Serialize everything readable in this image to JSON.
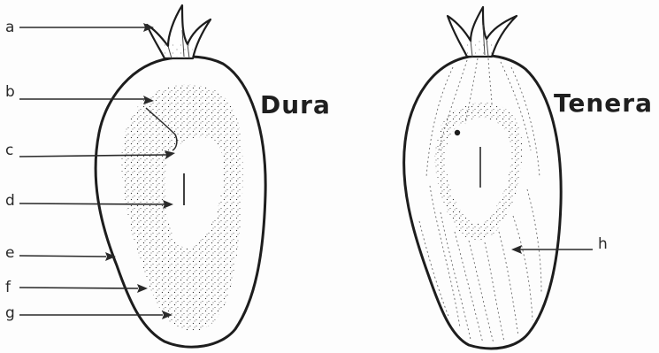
{
  "diagram": {
    "left_title": "Dura",
    "right_title": "Tenera",
    "labels": {
      "a": "a",
      "b": "b",
      "c": "c",
      "d": "d",
      "e": "e",
      "f": "f",
      "g": "g",
      "h": "h"
    },
    "colors": {
      "ink": "#1d1d1d",
      "stipple": "#3a3a3a",
      "background": "#fdfdfd"
    }
  }
}
